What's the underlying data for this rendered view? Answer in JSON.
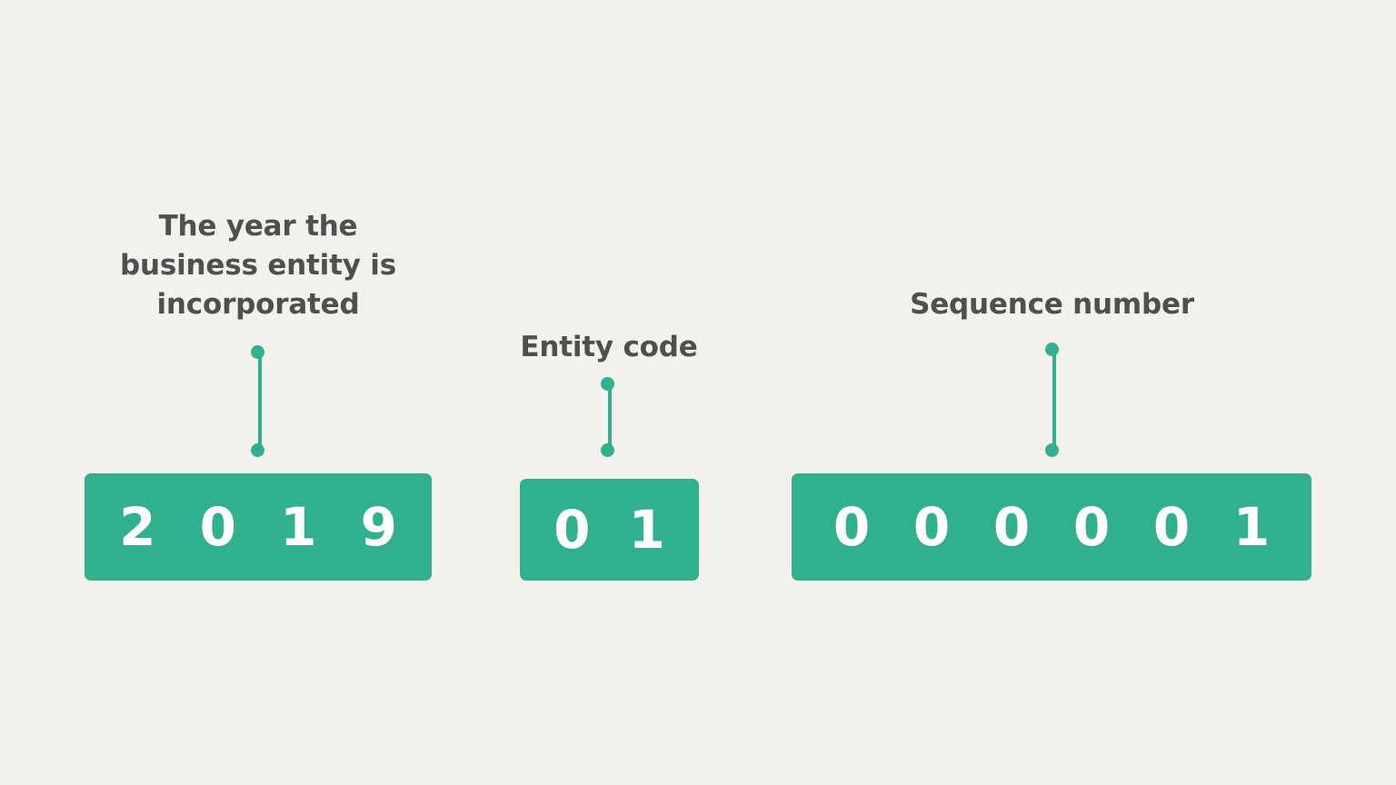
{
  "page": {
    "background_color": "#f2f1ec",
    "accent_color": "#31b08f",
    "label_color": "#4f4f4f",
    "digit_color": "#ffffff"
  },
  "groups": [
    {
      "id": "year",
      "label": "The year the\nbusiness entity is\nincorporated",
      "digits": [
        "2",
        "0",
        "1",
        "9"
      ],
      "value": "2019"
    },
    {
      "id": "entity",
      "label": "Entity code",
      "digits": [
        "0",
        "1"
      ],
      "value": "01"
    },
    {
      "id": "sequence",
      "label": "Sequence number",
      "digits": [
        "0",
        "0",
        "0",
        "0",
        "0",
        "1"
      ],
      "value": "000001"
    }
  ]
}
